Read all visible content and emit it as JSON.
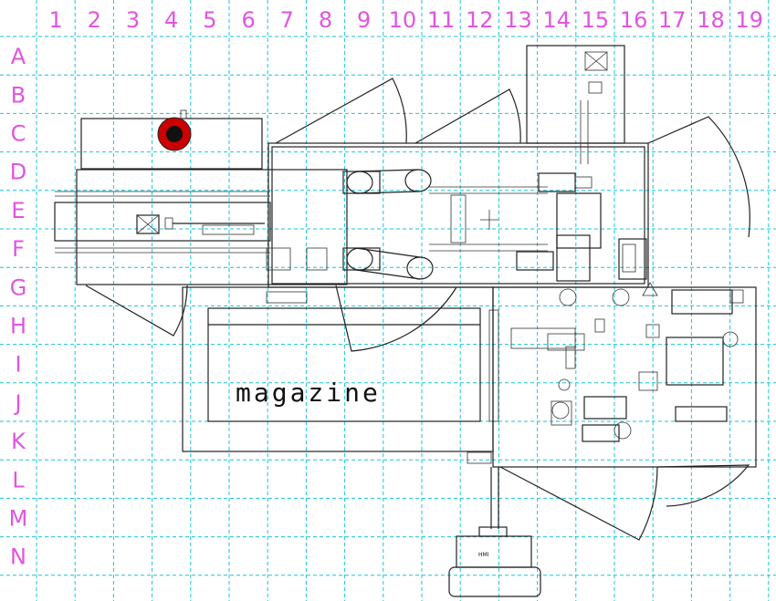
{
  "grid": {
    "columns": [
      "1",
      "2",
      "3",
      "4",
      "5",
      "6",
      "7",
      "8",
      "9",
      "10",
      "11",
      "12",
      "13",
      "14",
      "15",
      "16",
      "17",
      "18",
      "19"
    ],
    "rows": [
      "A",
      "B",
      "C",
      "D",
      "E",
      "F",
      "G",
      "H",
      "I",
      "J",
      "K",
      "L",
      "M",
      "N"
    ],
    "line_color": "#17c6d6",
    "label_color": "#e055e0"
  },
  "drawing": {
    "magazine_label": "magazine",
    "hmi_label": "HMI",
    "marker_color": "#cc0000"
  }
}
